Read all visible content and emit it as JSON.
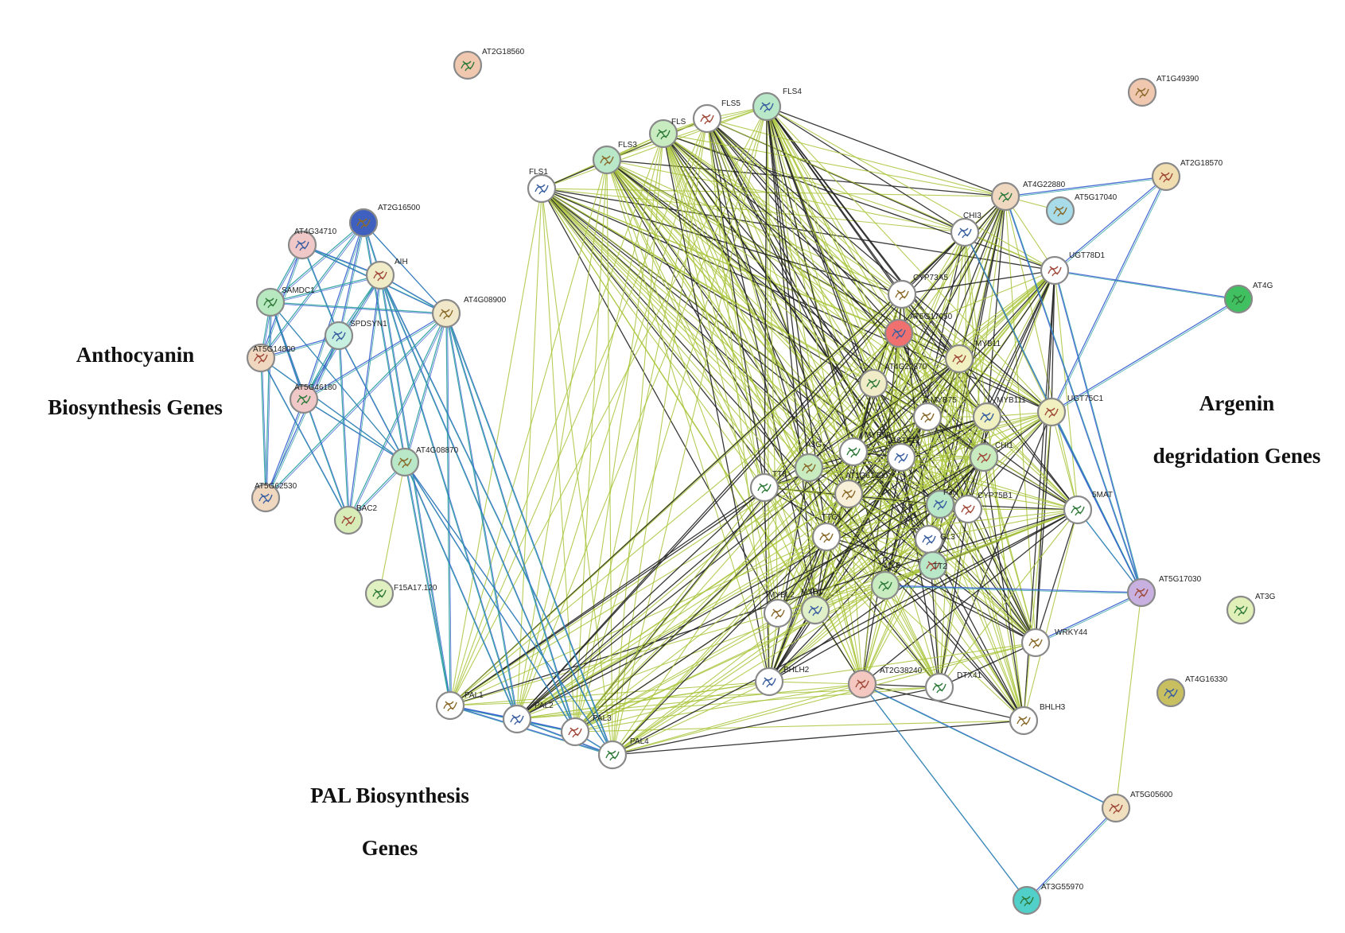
{
  "group_labels": {
    "anthocyanin_line1": "Anthocyanin",
    "anthocyanin_line2": "Biosynthesis Genes",
    "argenin_line1": "Argenin",
    "argenin_line2": "degridation Genes",
    "pal_line1": "PAL Biosynthesis",
    "pal_line2": "Genes"
  },
  "colors": {
    "edge_textmining": "#a8c43a",
    "edge_coexpression": "#222222",
    "edge_database": "#3a5fd0",
    "edge_experimental": "#2aa0a0",
    "edge_homology": "#8a4fa0",
    "node_white": "#ffffff",
    "node_stroke": "#8a8a8a"
  },
  "nodes": [
    {
      "id": "AT2G18560",
      "label": "AT2G18560",
      "color": "#f0c8b0"
    },
    {
      "id": "AT1G49390",
      "label": "AT1G49390",
      "color": "#f0c8b0"
    },
    {
      "id": "FLS4",
      "label": "FLS4",
      "color": "#b8e8c8"
    },
    {
      "id": "FLS5",
      "label": "FLS5",
      "color": "#ffffff"
    },
    {
      "id": "FLS",
      "label": "FLS",
      "color": "#c8ecc0"
    },
    {
      "id": "FLS3",
      "label": "FLS3",
      "color": "#b8e8c8"
    },
    {
      "id": "FLS1",
      "label": "FLS1",
      "color": "#ffffff"
    },
    {
      "id": "AT2G18570",
      "label": "AT2G18570",
      "color": "#f0ddb0"
    },
    {
      "id": "AT4G22880",
      "label": "AT4G22880",
      "color": "#f0d8c0"
    },
    {
      "id": "AT5G17040",
      "label": "AT5G17040",
      "color": "#a8dce8"
    },
    {
      "id": "CHI3",
      "label": "CHI3",
      "color": "#ffffff"
    },
    {
      "id": "UGT78D1",
      "label": "UGT78D1",
      "color": "#ffffff"
    },
    {
      "id": "AT4G",
      "label": "AT4G",
      "color": "#40c060"
    },
    {
      "id": "CYP73A5",
      "label": "CYP73A5",
      "color": "#ffffff"
    },
    {
      "id": "AT5G17050",
      "label": "AT5G17050",
      "color": "#f07070"
    },
    {
      "id": "MYB11",
      "label": "MYB11",
      "color": "#f0f0c0"
    },
    {
      "id": "AT4G22870",
      "label": "AT4G22870",
      "color": "#f0ecc8"
    },
    {
      "id": "MYB75",
      "label": "MYB75",
      "color": "#ffffff"
    },
    {
      "id": "MYB111",
      "label": "MYB111",
      "color": "#f0f0c0"
    },
    {
      "id": "UGT75C1",
      "label": "UGT75C1",
      "color": "#f0f0c0"
    },
    {
      "id": "MYB90",
      "label": "MYB90",
      "color": "#ffffff"
    },
    {
      "id": "A3G",
      "label": "A3G",
      "color": "#c8ecc0"
    },
    {
      "id": "GSTF12",
      "label": "GSTF12",
      "color": "#ffffff"
    },
    {
      "id": "CHI1",
      "label": "CHI1",
      "color": "#c8ecc0"
    },
    {
      "id": "TT8",
      "label": "TT8",
      "color": "#ffffff"
    },
    {
      "id": "AT1G61720",
      "label": "AT1G61720",
      "color": "#f8f0d8"
    },
    {
      "id": "F3H",
      "label": "F3H",
      "color": "#b8e8c8"
    },
    {
      "id": "CYP75B1",
      "label": "CYP75B1",
      "color": "#ffffff"
    },
    {
      "id": "5MAT",
      "label": "5MAT",
      "color": "#ffffff"
    },
    {
      "id": "TTG1",
      "label": "TTG1",
      "color": "#ffffff"
    },
    {
      "id": "GL3",
      "label": "GL3",
      "color": "#ffffff"
    },
    {
      "id": "TT2",
      "label": "TT2",
      "color": "#b8e8c8"
    },
    {
      "id": "MYB",
      "label": "MYB",
      "color": "#c8ecc0"
    },
    {
      "id": "MYBL2",
      "label": "MYBL2",
      "color": "#ffffff"
    },
    {
      "id": "MYB1",
      "label": "MYB1",
      "color": "#e0f0c8"
    },
    {
      "id": "AT5G17030",
      "label": "AT5G17030",
      "color": "#c8b0e0"
    },
    {
      "id": "AT3G",
      "label": "AT3G",
      "color": "#e0f0b8"
    },
    {
      "id": "WRKY44",
      "label": "WRKY44",
      "color": "#ffffff"
    },
    {
      "id": "BHLH2",
      "label": "BHLH2",
      "color": "#ffffff"
    },
    {
      "id": "AT2G38240",
      "label": "AT2G38240",
      "color": "#f4c8c0"
    },
    {
      "id": "DTX41",
      "label": "DTX41",
      "color": "#ffffff"
    },
    {
      "id": "BHLH3",
      "label": "BHLH3",
      "color": "#ffffff"
    },
    {
      "id": "AT4G16330",
      "label": "AT4G16330",
      "color": "#c8c060"
    },
    {
      "id": "AT5G05600",
      "label": "AT5G05600",
      "color": "#f0e0c0"
    },
    {
      "id": "AT3G55970",
      "label": "AT3G55970",
      "color": "#50d0c8"
    },
    {
      "id": "PAL1",
      "label": "PAL1",
      "color": "#ffffff"
    },
    {
      "id": "PAL2",
      "label": "PAL2",
      "color": "#ffffff"
    },
    {
      "id": "PAL3",
      "label": "PAL3",
      "color": "#ffffff"
    },
    {
      "id": "PAL4",
      "label": "PAL4",
      "color": "#ffffff"
    },
    {
      "id": "AT2G16500",
      "label": "AT2G16500",
      "color": "#4060c0"
    },
    {
      "id": "AT4G34710",
      "label": "AT4G34710",
      "color": "#f0c8c8"
    },
    {
      "id": "AIH",
      "label": "AIH",
      "color": "#f0ecc8"
    },
    {
      "id": "SAMDC1",
      "label": "SAMDC1",
      "color": "#b8e8c0"
    },
    {
      "id": "AT4G08900",
      "label": "AT4G08900",
      "color": "#f0e8c8"
    },
    {
      "id": "SPDSYN1",
      "label": "SPDSYN1",
      "color": "#c8f0e0"
    },
    {
      "id": "AT5G14800",
      "label": "AT5G14800",
      "color": "#f0d8c0"
    },
    {
      "id": "AT5G46180",
      "label": "AT5G46180",
      "color": "#f0c8c8"
    },
    {
      "id": "AT4G08870",
      "label": "AT4G08870",
      "color": "#b8e8c8"
    },
    {
      "id": "AT5G62530",
      "label": "AT5G62530",
      "color": "#f0d8c0"
    },
    {
      "id": "BAC2",
      "label": "BAC2",
      "color": "#d8ecb8"
    },
    {
      "id": "F15A17.120",
      "label": "F15A17.120",
      "color": "#e0f0c0"
    }
  ]
}
